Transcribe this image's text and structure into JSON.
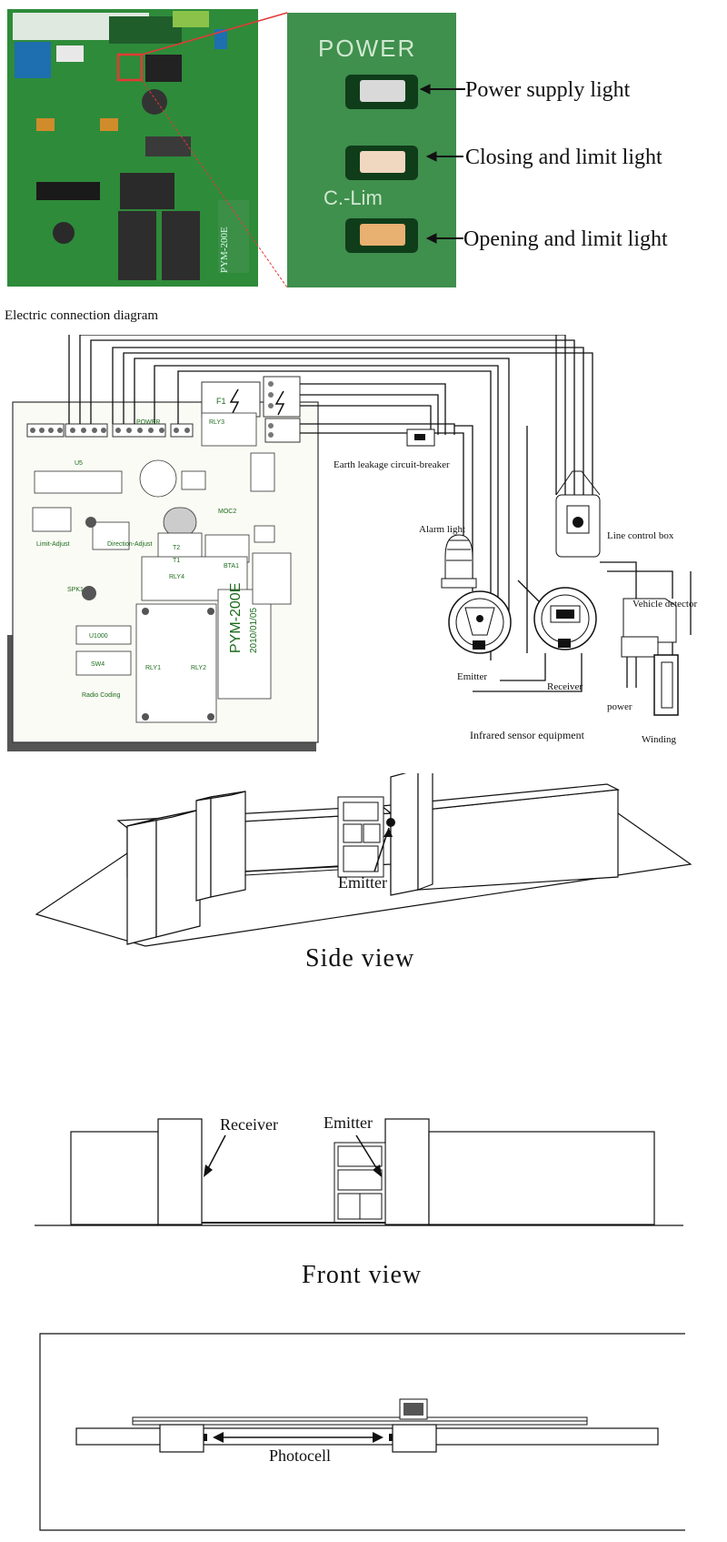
{
  "photo_section": {
    "board_label": "POWER",
    "board_label2": "C.-Lim",
    "board_model": "PYM-200E",
    "callouts": [
      "Power supply light",
      "Closing and limit light",
      "Opening and limit light"
    ],
    "caption": "Electric connection diagram"
  },
  "wiring_section": {
    "board_model": "PYM-200E",
    "board_date": "2010/01/05",
    "board_labels": {
      "limit_adjust": "Limit-Adjust",
      "direction_adjust": "Direction-Adjust",
      "radio_coding": "Radio Coding",
      "rly3": "RLY3",
      "rly4": "RLY4",
      "rly1": "RLY1",
      "rly2": "RLY2",
      "u1000": "U1000",
      "sw4": "SW4",
      "u5": "U5",
      "t2": "T2",
      "t1": "T1",
      "bta1": "BTA1",
      "moc2": "MOC2",
      "power": "POWER",
      "spk1": "SPK1"
    },
    "labels": {
      "earth_leakage": "Earth leakage circuit-breaker",
      "alarm_light": "Alarm light",
      "line_control_box": "Line control box",
      "vehicle_detector": "Vehicle detector",
      "emitter": "Emitter",
      "receiver": "Receiver",
      "power": "power",
      "infrared": "Infrared sensor equipment",
      "winding": "Winding"
    }
  },
  "side_view": {
    "emitter": "Emitter",
    "caption": "Side view"
  },
  "front_view": {
    "receiver": "Receiver",
    "emitter": "Emitter",
    "caption": "Front view"
  },
  "top_view": {
    "photocell": "Photocell"
  },
  "colors": {
    "pcb_green": "#2e8b3a",
    "pcb_dark": "#1f5e2a",
    "wire": "#111111"
  }
}
